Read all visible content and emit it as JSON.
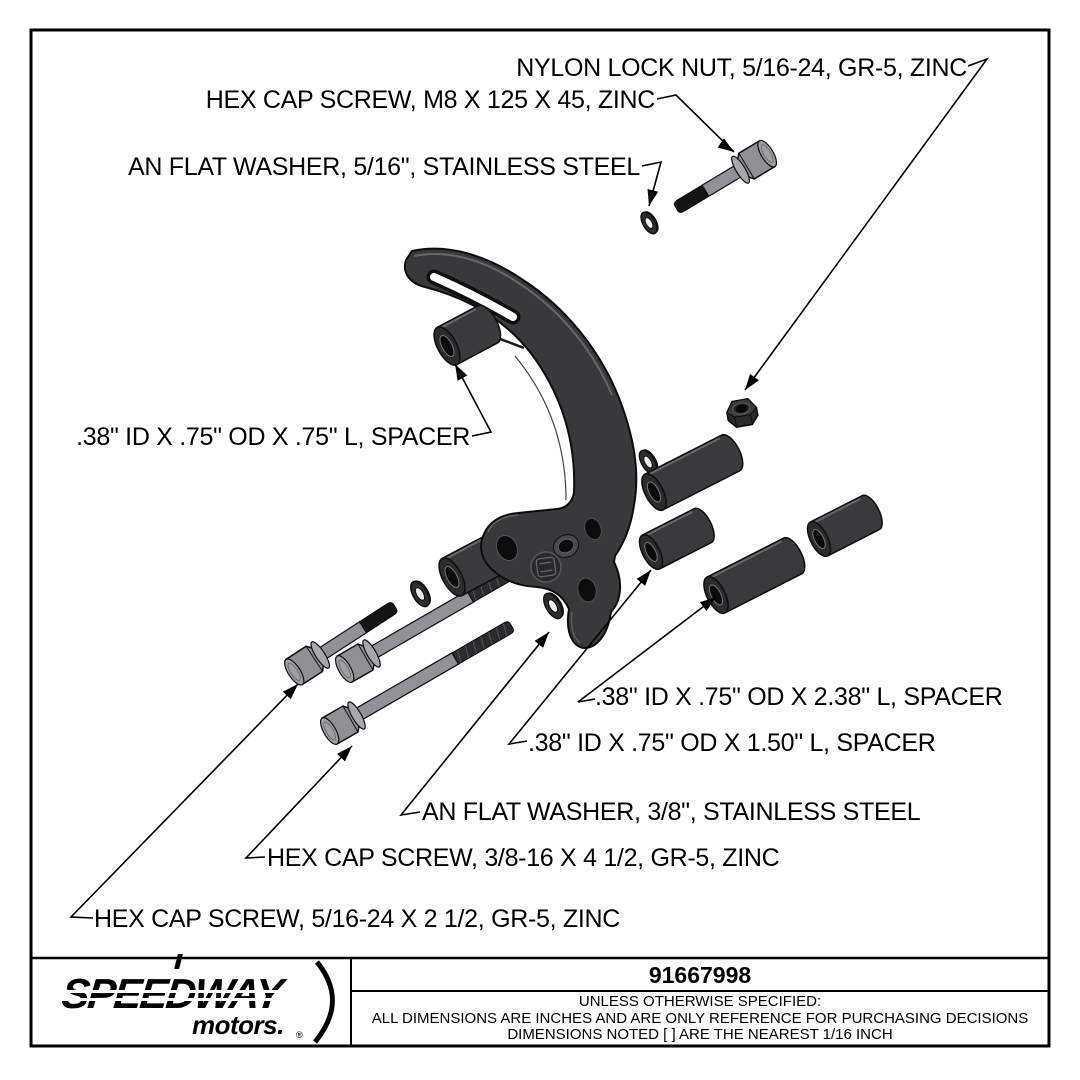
{
  "drawing": {
    "type": "exploded parts diagram",
    "colors": {
      "background": "#ffffff",
      "line": "#000000",
      "bracket": "#39393b",
      "zinc_hardware": "#8f8f94",
      "black_thread": "#151517",
      "spacer": "#3a3a3c"
    }
  },
  "callouts": [
    {
      "id": "nylon-lock-nut",
      "label": "NYLON LOCK NUT, 5/16-24, GR-5, ZINC"
    },
    {
      "id": "hex-cap-screw-m8",
      "label": "HEX CAP SCREW, M8 X 125 X 45, ZINC"
    },
    {
      "id": "an-flat-washer-516",
      "label": "AN FLAT WASHER, 5/16\", STAINLESS STEEL"
    },
    {
      "id": "spacer-75",
      "label": ".38\" ID X .75\" OD X .75\" L, SPACER"
    },
    {
      "id": "spacer-238",
      "label": ".38\" ID X .75\" OD X 2.38\" L, SPACER"
    },
    {
      "id": "spacer-150",
      "label": ".38\" ID X .75\" OD X 1.50\" L, SPACER"
    },
    {
      "id": "an-flat-washer-38",
      "label": "AN FLAT WASHER, 3/8\", STAINLESS STEEL"
    },
    {
      "id": "hex-cap-screw-38",
      "label": "HEX CAP SCREW, 3/8-16 X 4 1/2, GR-5, ZINC"
    },
    {
      "id": "hex-cap-screw-516",
      "label": "HEX CAP SCREW, 5/16-24 X 2 1/2, GR-5, ZINC"
    }
  ],
  "title_block": {
    "part_number": "91667998",
    "notes": [
      "UNLESS OTHERWISE SPECIFIED:",
      "ALL DIMENSIONS ARE INCHES AND ARE ONLY REFERENCE FOR PURCHASING DECISIONS",
      "DIMENSIONS NOTED [ ] ARE THE NEAREST 1/16 INCH"
    ],
    "logo": {
      "primary": "SPEEDWAY",
      "secondary": "motors.",
      "registered": "®"
    }
  }
}
